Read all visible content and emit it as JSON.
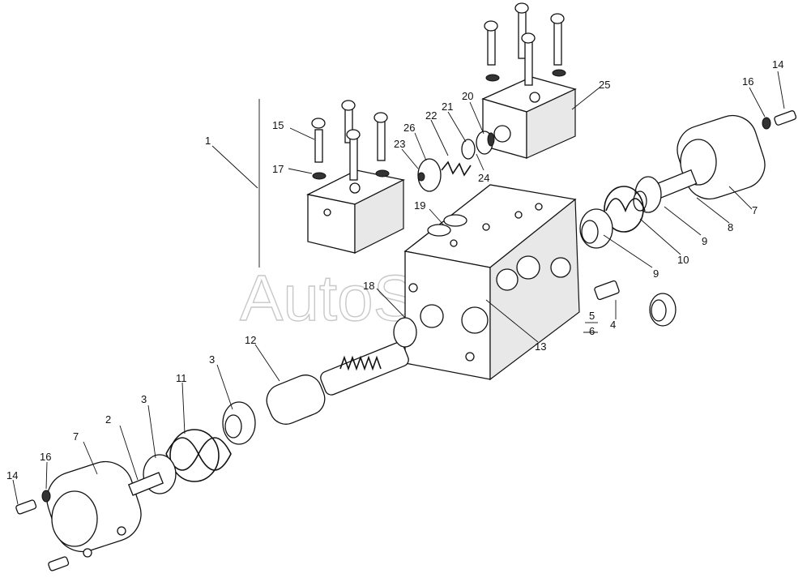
{
  "watermark": "AutoSoft",
  "callouts": {
    "c1": "1",
    "c2": "2",
    "c3a": "3",
    "c3b": "3",
    "c4": "4",
    "c5": "5",
    "c6": "6",
    "c7a": "7",
    "c7b": "7",
    "c8": "8",
    "c9a": "9",
    "c9b": "9",
    "c10": "10",
    "c11": "11",
    "c12": "12",
    "c13": "13",
    "c14a": "14",
    "c14b": "14",
    "c15": "15",
    "c16a": "16",
    "c16b": "16",
    "c17": "17",
    "c18": "18",
    "c19": "19",
    "c20": "20",
    "c21": "21",
    "c22": "22",
    "c23": "23",
    "c24": "24",
    "c25": "25",
    "c26": "26"
  }
}
